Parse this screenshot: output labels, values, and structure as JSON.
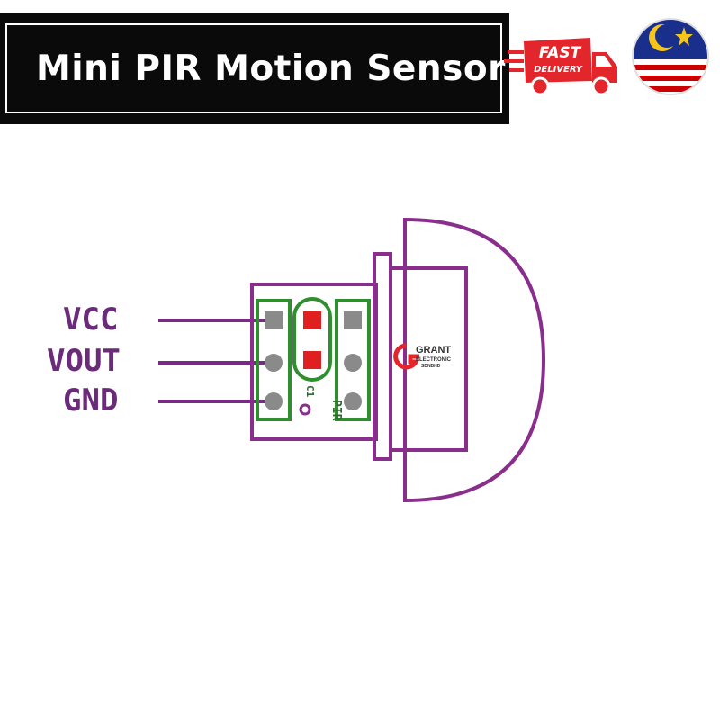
{
  "header": {
    "title": "Mini PIR Motion Sensor",
    "badge_line1": "FAST",
    "badge_line2": "DELIVERY"
  },
  "diagram": {
    "pins": [
      {
        "label": "VCC"
      },
      {
        "label": "VOUT"
      },
      {
        "label": "GND"
      }
    ],
    "silkscreen": {
      "c1": "C1",
      "pir": "PIR"
    },
    "brand": {
      "name": "GRANT",
      "line2": "ELECTRONIC",
      "line3": "SDNBHD"
    }
  },
  "colors": {
    "outline": "#8a2e8e",
    "wire": "#7a2a86",
    "pcb_green": "#2f8f2f",
    "pad_red": "#e02020",
    "pad_gray": "#8a8a8a",
    "badge_red": "#e3262b",
    "flag_blue": "#1a2f8c",
    "flag_yellow": "#f5c518"
  },
  "icons": {
    "delivery": "truck-icon",
    "country": "malaysia-flag-icon"
  }
}
